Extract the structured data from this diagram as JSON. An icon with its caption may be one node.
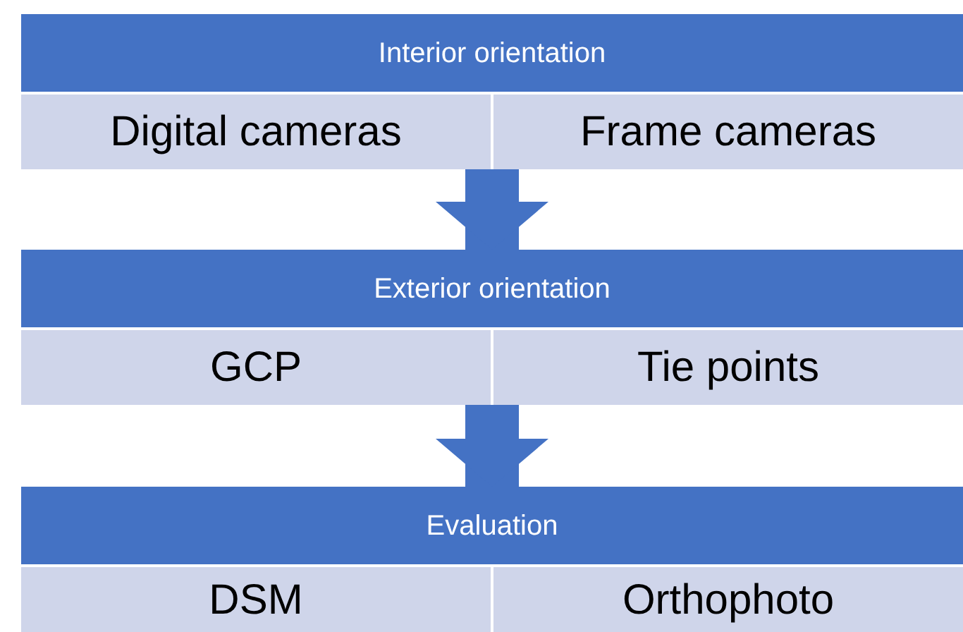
{
  "diagram": {
    "nodes": [
      {
        "text": [
          "Interior orientation"
        ]
      },
      {
        "text": [
          "Digital cameras"
        ]
      },
      {
        "text": [
          "Frame cameras"
        ]
      },
      {
        "text": [
          "Exterior orientation"
        ]
      },
      {
        "text": [
          "GCP"
        ]
      },
      {
        "text": [
          "Tie points"
        ]
      },
      {
        "text": [
          "Evaluation"
        ]
      },
      {
        "text": [
          "DSM"
        ]
      },
      {
        "text": [
          "Orthophoto"
        ]
      }
    ],
    "edges": [
      {
        "from": 1,
        "to": 3,
        "arrow": "to"
      },
      {
        "from": 4,
        "to": 6,
        "arrow": "to"
      }
    ]
  }
}
